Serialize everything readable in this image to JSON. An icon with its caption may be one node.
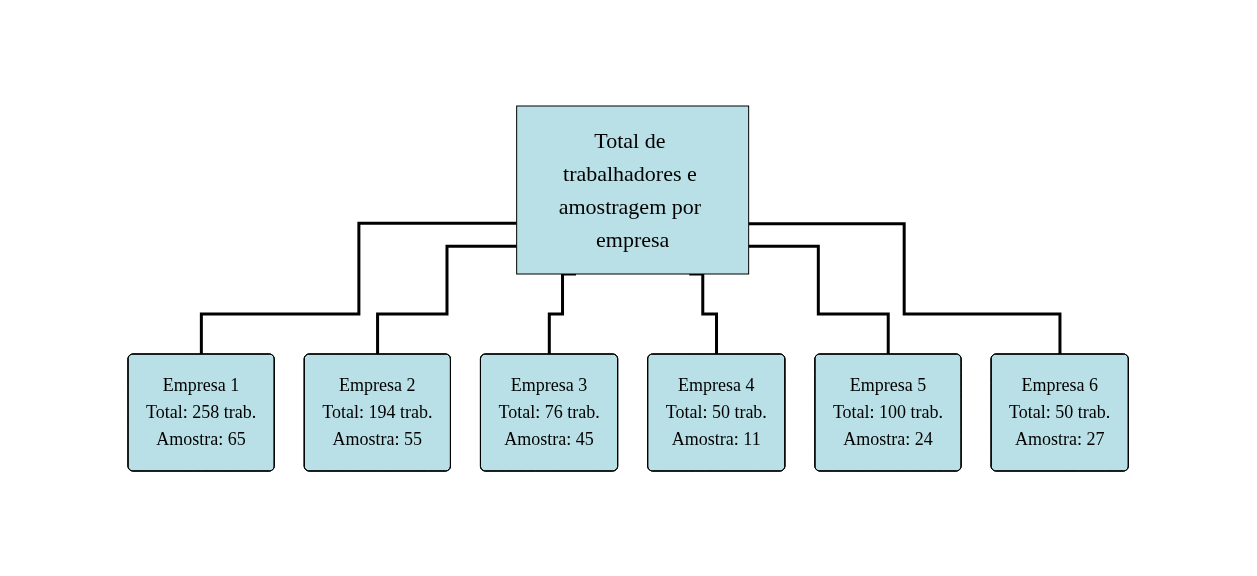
{
  "diagram": {
    "nodes": [
      {
        "text": [
          "Total de trabalhadores e amostragem por empresa"
        ]
      },
      {
        "text": [
          "Empresa 1",
          "Total: 258 trab.",
          "Amostra: 65"
        ]
      },
      {
        "text": [
          "Empresa 2",
          "Total: 194 trab.",
          "Amostra: 55"
        ]
      },
      {
        "text": [
          "Empresa 3",
          "Total: 76 trab.",
          "Amostra: 45"
        ]
      },
      {
        "text": [
          "Empresa 4",
          "Total: 50 trab.",
          "Amostra: 11"
        ]
      },
      {
        "text": [
          "Empresa 5",
          "Total: 100 trab.",
          "Amostra: 24"
        ]
      },
      {
        "text": [
          "Empresa 6",
          "Total: 50 trab.",
          "Amostra: 27"
        ]
      }
    ],
    "edges": [
      {
        "from": 0,
        "to": 1,
        "arrow": "none"
      },
      {
        "from": 0,
        "to": 2,
        "arrow": "none"
      },
      {
        "from": 0,
        "to": 3,
        "arrow": "none"
      },
      {
        "from": 0,
        "to": 4,
        "arrow": "none"
      },
      {
        "from": 0,
        "to": 5,
        "arrow": "none"
      },
      {
        "from": 0,
        "to": 6,
        "arrow": "none"
      }
    ]
  }
}
